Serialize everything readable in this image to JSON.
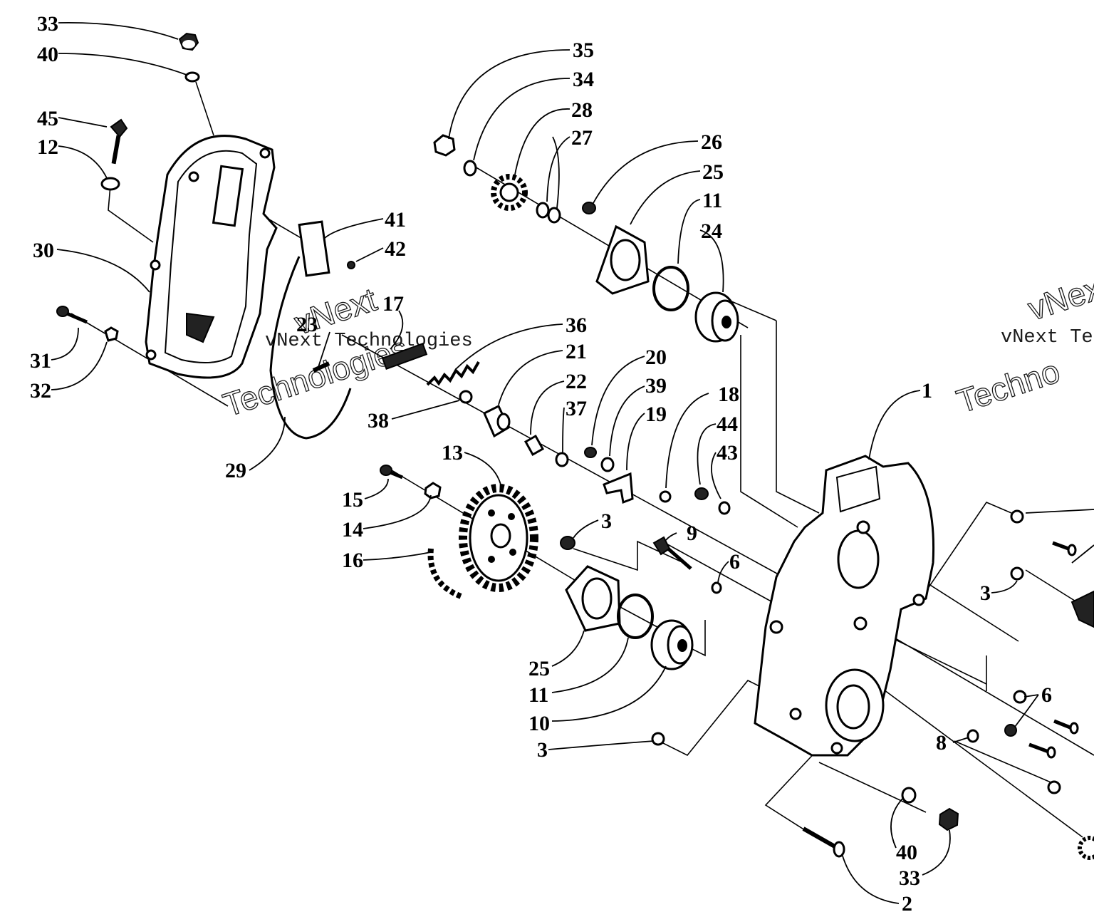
{
  "watermark": {
    "line1": "vNext",
    "line2": "Technologies",
    "inline": "vNext Technologies",
    "right_line1": "vNext",
    "right_inline": "vNext Te",
    "right_line2": "Techno"
  },
  "callouts": [
    {
      "id": "c33a",
      "text": "33"
    },
    {
      "id": "c40a",
      "text": "40"
    },
    {
      "id": "c45",
      "text": "45"
    },
    {
      "id": "c12",
      "text": "12"
    },
    {
      "id": "c30",
      "text": "30"
    },
    {
      "id": "c31",
      "text": "31"
    },
    {
      "id": "c32",
      "text": "32"
    },
    {
      "id": "c35",
      "text": "35"
    },
    {
      "id": "c34",
      "text": "34"
    },
    {
      "id": "c28",
      "text": "28"
    },
    {
      "id": "c27",
      "text": "27"
    },
    {
      "id": "c26",
      "text": "26"
    },
    {
      "id": "c25a",
      "text": "25"
    },
    {
      "id": "c11a",
      "text": "11"
    },
    {
      "id": "c24",
      "text": "24"
    },
    {
      "id": "c41",
      "text": "41"
    },
    {
      "id": "c42",
      "text": "42"
    },
    {
      "id": "c23",
      "text": "23"
    },
    {
      "id": "c17",
      "text": "17"
    },
    {
      "id": "c36",
      "text": "36"
    },
    {
      "id": "c21",
      "text": "21"
    },
    {
      "id": "c20",
      "text": "20"
    },
    {
      "id": "c22",
      "text": "22"
    },
    {
      "id": "c39",
      "text": "39"
    },
    {
      "id": "c18",
      "text": "18"
    },
    {
      "id": "c37",
      "text": "37"
    },
    {
      "id": "c19",
      "text": "19"
    },
    {
      "id": "c44",
      "text": "44"
    },
    {
      "id": "c43",
      "text": "43"
    },
    {
      "id": "c38",
      "text": "38"
    },
    {
      "id": "c29",
      "text": "29"
    },
    {
      "id": "c13",
      "text": "13"
    },
    {
      "id": "c15",
      "text": "15"
    },
    {
      "id": "c14",
      "text": "14"
    },
    {
      "id": "c16",
      "text": "16"
    },
    {
      "id": "c3a",
      "text": "3"
    },
    {
      "id": "c9",
      "text": "9"
    },
    {
      "id": "c6a",
      "text": "6"
    },
    {
      "id": "c1",
      "text": "1"
    },
    {
      "id": "c3b",
      "text": "3"
    },
    {
      "id": "c25b",
      "text": "25"
    },
    {
      "id": "c11b",
      "text": "11"
    },
    {
      "id": "c10",
      "text": "10"
    },
    {
      "id": "c3c",
      "text": "3"
    },
    {
      "id": "c6b",
      "text": "6"
    },
    {
      "id": "c8",
      "text": "8"
    },
    {
      "id": "c40b",
      "text": "40"
    },
    {
      "id": "c33b",
      "text": "33"
    },
    {
      "id": "c2",
      "text": "2"
    }
  ]
}
